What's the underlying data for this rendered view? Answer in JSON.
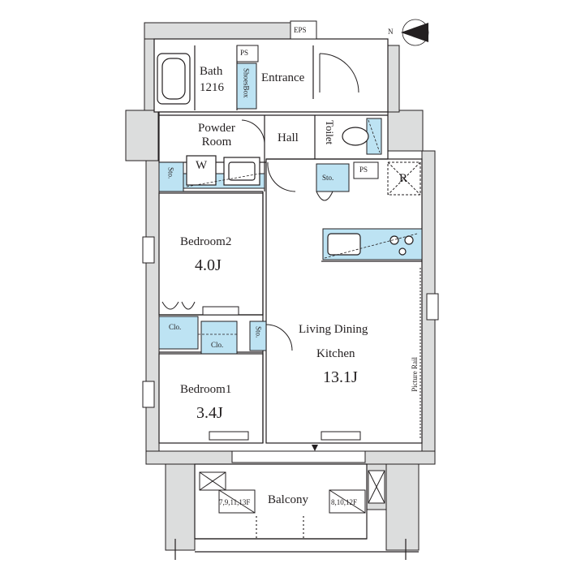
{
  "rooms": {
    "bath": "Bath",
    "bath_size": "1216",
    "shoes_box": "ShoesBox",
    "entrance": "Entrance",
    "eps": "EPS",
    "ps_top": "PS",
    "ps_mid": "PS",
    "powder_room": "Powder\nRoom",
    "washer": "W",
    "hall": "Hall",
    "toilet": "Toilet",
    "storage_left": "Sto.",
    "storage_hall": "Sto.",
    "storage_mid": "Sto.",
    "refrigerator": "R",
    "bedroom2": "Bedroom2",
    "bedroom2_size": "4.0J",
    "closet_left": "Clo.",
    "closet_right": "Clo.",
    "ldk_line1": "Living Dining",
    "ldk_line2": "Kitchen",
    "ldk_size": "13.1J",
    "picture_rail": "Picture Rail",
    "bedroom1": "Bedroom1",
    "bedroom1_size": "3.4J",
    "balcony": "Balcony",
    "unit_floors_left": "7,9,11,13F",
    "unit_floors_right": "8,10,12F"
  },
  "compass": {
    "north_label": "N"
  },
  "colors": {
    "wall": "#dcdddd",
    "line": "#231f20",
    "fixture": "#bde3f3",
    "floor": "#ffffff"
  }
}
